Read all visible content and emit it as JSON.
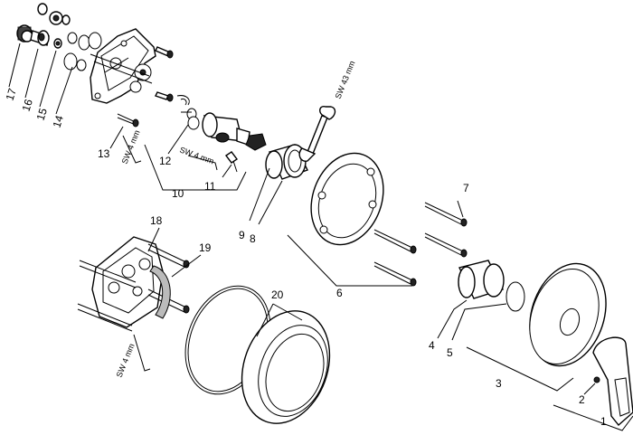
{
  "callouts": [
    {
      "id": "1",
      "label": "1"
    },
    {
      "id": "2",
      "label": "2"
    },
    {
      "id": "3",
      "label": "3"
    },
    {
      "id": "4",
      "label": "4"
    },
    {
      "id": "5",
      "label": "5"
    },
    {
      "id": "6",
      "label": "6"
    },
    {
      "id": "7",
      "label": "7"
    },
    {
      "id": "8",
      "label": "8"
    },
    {
      "id": "9",
      "label": "9"
    },
    {
      "id": "10",
      "label": "10"
    },
    {
      "id": "11",
      "label": "11"
    },
    {
      "id": "12",
      "label": "12"
    },
    {
      "id": "13",
      "label": "13"
    },
    {
      "id": "14",
      "label": "14"
    },
    {
      "id": "15",
      "label": "15"
    },
    {
      "id": "16",
      "label": "16"
    },
    {
      "id": "17",
      "label": "17"
    },
    {
      "id": "18",
      "label": "18"
    },
    {
      "id": "19",
      "label": "19"
    },
    {
      "id": "20",
      "label": "20"
    }
  ],
  "tool_labels": {
    "sw4_a": "SW 4 mm",
    "sw4_b": "SW 4 mm",
    "sw4_c": "SW 4 mm",
    "sw43": "SW 43 mm"
  }
}
